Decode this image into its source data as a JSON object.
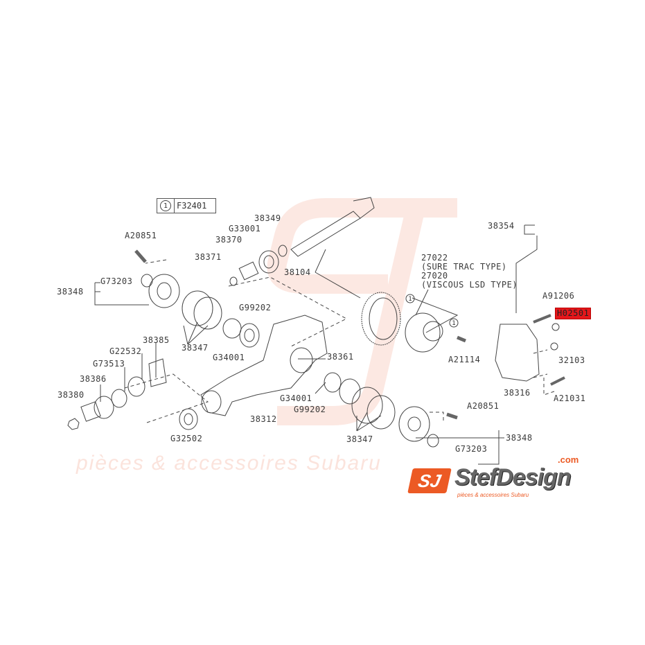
{
  "reference_box": {
    "circle": "1",
    "code": "F32401"
  },
  "callout_circle": "1",
  "highlight_color": "#e5171b",
  "brand_color": "#ec5a24",
  "labels": {
    "p38349": "38349",
    "g33001": "G33001",
    "a20851_top": "A20851",
    "p38370": "38370",
    "p38371": "38371",
    "p38104": "38104",
    "p38354": "38354",
    "p27022": "27022",
    "sure_trac": "(SURE TRAC TYPE)",
    "p27020": "27020",
    "viscous": "(VISCOUS LSD TYPE)",
    "g73203_left": "G73203",
    "p38348_left": "38348",
    "a91206": "A91206",
    "h02501": "H02501",
    "g99202_top": "G99202",
    "p38347_left": "38347",
    "p38385": "38385",
    "g22532": "G22532",
    "g34001_top": "G34001",
    "p38361": "38361",
    "p32103": "32103",
    "g73513": "G73513",
    "a21114": "A21114",
    "p38386": "38386",
    "p38316": "38316",
    "a21031": "A21031",
    "p38380": "38380",
    "g34001_bottom": "G34001",
    "a20851_bottom": "A20851",
    "g99202_bottom": "G99202",
    "p38312": "38312",
    "p38347_right": "38347",
    "p38348_right": "38348",
    "g32502": "G32502",
    "g73203_right": "G73203"
  },
  "watermark": {
    "tagline": "pièces & accessoires Subaru"
  },
  "logo": {
    "mark": "SJ",
    "name": "StefDesign",
    "tld": ".com",
    "tagline": "pièces & accessoires Subaru"
  }
}
